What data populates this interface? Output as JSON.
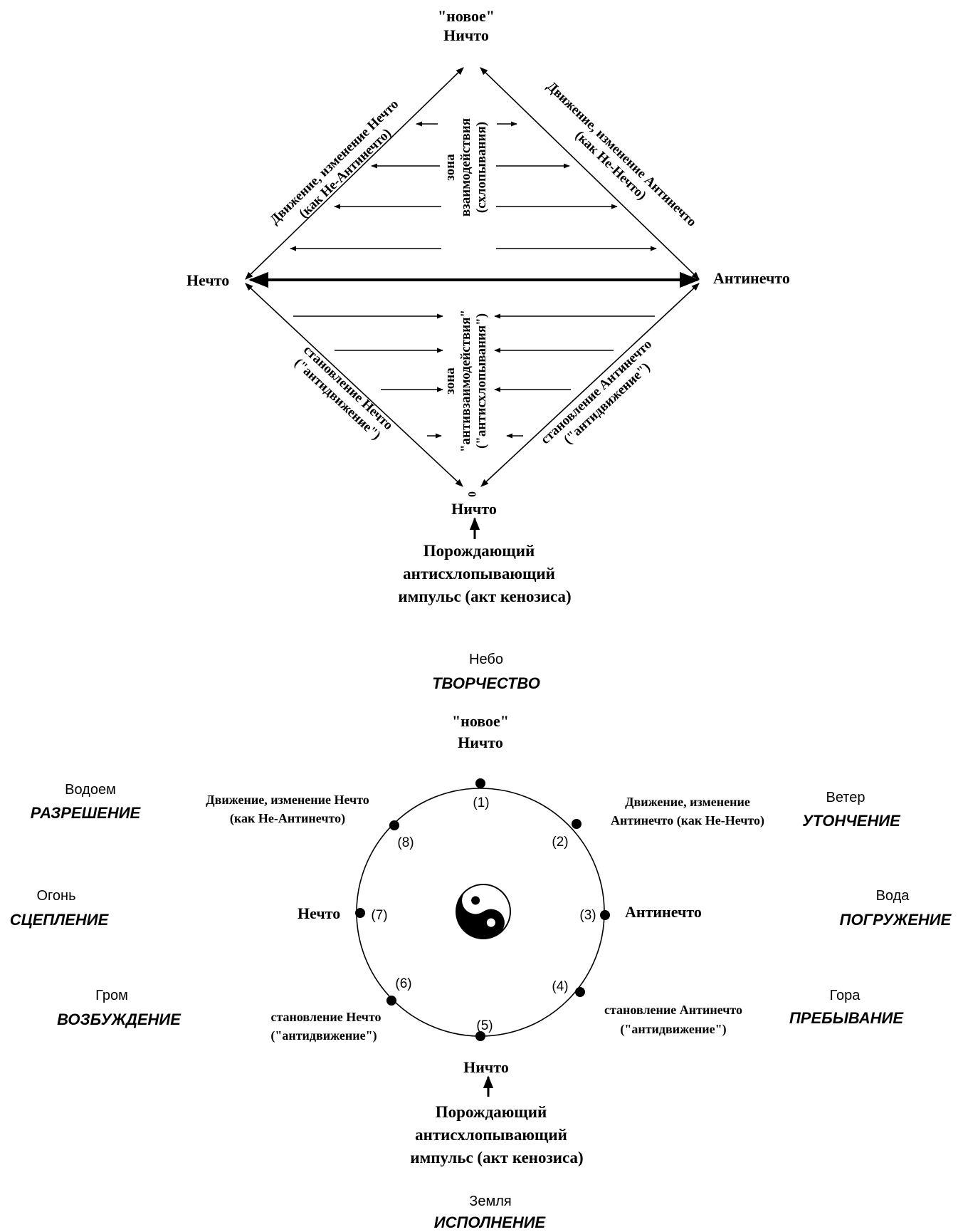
{
  "diamond": {
    "top_label_1": "\"новое\"",
    "top_label_2": "Ничто",
    "left_label": "Нечто",
    "right_label": "Антинечто",
    "bottom_label": "Ничто",
    "zero_label": "0",
    "edge_top_left_1": "Движение, изменение Нечто",
    "edge_top_left_2": "(как Не-Антинечто)",
    "edge_top_right_1": "Движение, изменение Антинечто",
    "edge_top_right_2": "(как Не-Нечто)",
    "edge_bottom_left_1": "становление Нечто",
    "edge_bottom_left_2": "(\"антидвижение\")",
    "edge_bottom_right_1": "становление Антинечто",
    "edge_bottom_right_2": "(\"антидвижение\")",
    "zone_upper_1": "зона",
    "zone_upper_2": "взаимодействия",
    "zone_upper_3": "(схлопывания)",
    "zone_lower_1": "зона",
    "zone_lower_2": "\"антивзаимодействия\"",
    "zone_lower_3": "(\"антисхлопывания\")",
    "impulse_1": "Порождающий",
    "impulse_2": "антисхлопывающий",
    "impulse_3": "импульс (акт кенозиса)"
  },
  "circle": {
    "top_element": "Небо",
    "top_element_quality": "ТВОРЧЕСТВО",
    "top_label_1": "\"новое\"",
    "top_label_2": "Ничто",
    "bottom_element": "Земля",
    "bottom_element_quality": "ИСПОЛНЕНИЕ",
    "elements": [
      {
        "name": "Водоем",
        "quality": "РАЗРЕШЕНИЕ"
      },
      {
        "name": "Ветер",
        "quality": "УТОНЧЕНИЕ"
      },
      {
        "name": "Огонь",
        "quality": "СЦЕПЛЕНИЕ"
      },
      {
        "name": "Вода",
        "quality": "ПОГРУЖЕНИЕ"
      },
      {
        "name": "Гром",
        "quality": "ВОЗБУЖДЕНИЕ"
      },
      {
        "name": "Гора",
        "quality": "ПРЕБЫВАНИЕ"
      }
    ],
    "points": [
      "(1)",
      "(2)",
      "(3)",
      "(4)",
      "(5)",
      "(6)",
      "(7)",
      "(8)"
    ],
    "label_8_1": "Движение, изменение Нечто",
    "label_8_2": "(как Не-Антинечто)",
    "label_2_1": "Движение, изменение",
    "label_2_2": "Антинечто (как Не-Нечто)",
    "label_7": "Нечто",
    "label_3": "Антинечто",
    "label_6_1": "становление Нечто",
    "label_6_2": "(\"антидвижение\")",
    "label_4_1": "становление Антинечто",
    "label_4_2": "(\"антидвижение\")",
    "bottom_label": "Ничто",
    "impulse_1": "Порождающий",
    "impulse_2": "антисхлопывающий",
    "impulse_3": "импульс (акт кенозиса)",
    "center_icon": "yin-yang-icon"
  }
}
